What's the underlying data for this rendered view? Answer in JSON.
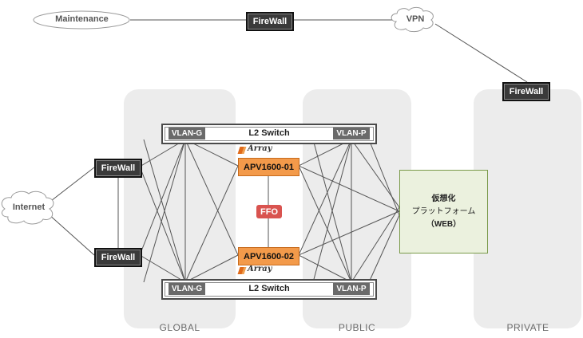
{
  "zones": {
    "global": "GLOBAL",
    "public": "PUBLIC",
    "private": "PRIVATE"
  },
  "clouds": {
    "maintenance": "Maintenance",
    "vpn": "VPN",
    "internet": "Internet"
  },
  "firewalls": {
    "top": "FireWall",
    "private": "FireWall",
    "internet_upper": "FireWall",
    "internet_lower": "FireWall"
  },
  "switches": {
    "upper": {
      "title": "L2 Switch",
      "vlan_g": "VLAN-G",
      "vlan_p": "VLAN-P"
    },
    "lower": {
      "title": "L2 Switch",
      "vlan_g": "VLAN-G",
      "vlan_p": "VLAN-P"
    }
  },
  "apv": {
    "unit1": "APV1600-01",
    "unit2": "APV1600-02",
    "brand": "Array"
  },
  "ffo": "FFO",
  "platform": {
    "line1": "仮想化",
    "line2": "プラットフォーム",
    "line3": "（WEB）"
  },
  "colors": {
    "zone_bg": "#ececec",
    "firewall": "#3a3a3a",
    "apv": "#f39a4a",
    "ffo": "#d9534f",
    "platform": "#ebf1de"
  }
}
